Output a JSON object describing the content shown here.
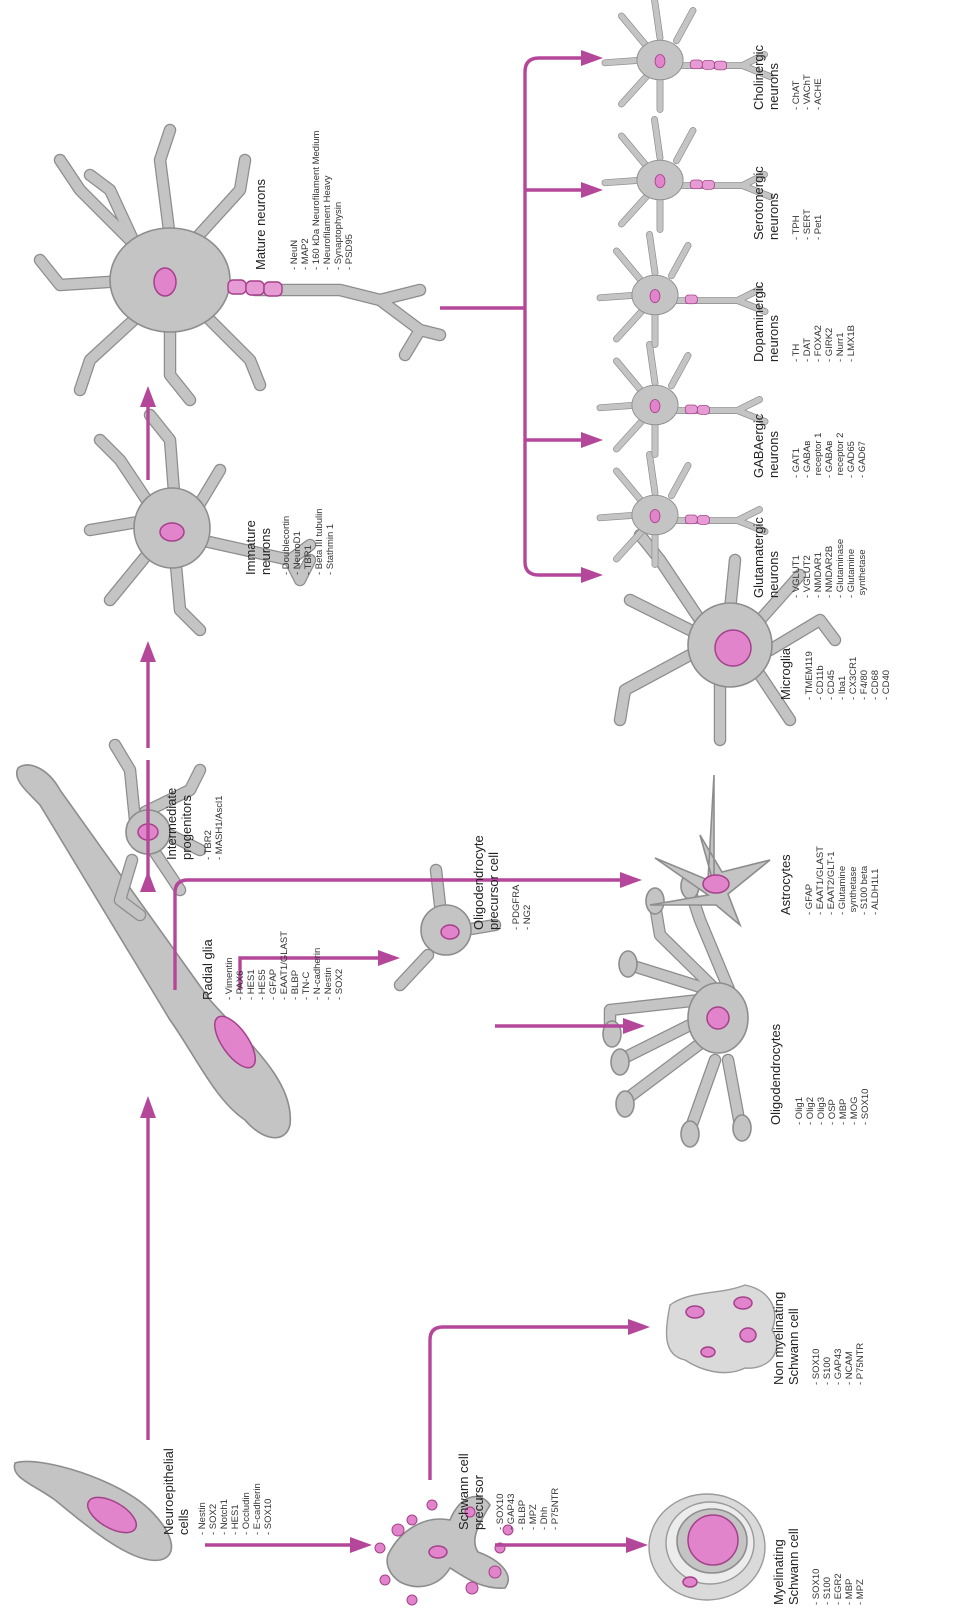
{
  "colors": {
    "arrow": "#b5479a",
    "nucleus": "#e184cc",
    "cell": "#c4c4c4"
  },
  "cells": {
    "neuroepithelial": {
      "title": [
        "Neuroepithelial",
        "cells"
      ],
      "markers": [
        "- Nestin",
        "- SOX2",
        "- Notch1",
        "- HES1",
        "- Occludin",
        "- E-cadherin",
        "- SOX10"
      ]
    },
    "radial_glia": {
      "title": [
        "Radial glia"
      ],
      "markers": [
        "- Vimentin",
        "- PAX6",
        "- HES1",
        "- HES5",
        "- GFAP",
        "- EAAT1/GLAST",
        "- BLBP",
        "- TN-C",
        "- N-cadherin",
        "- Nestin",
        "- SOX2"
      ]
    },
    "intermediate": {
      "title": [
        "Intermediate",
        "progenitors"
      ],
      "markers": [
        "- TBR2",
        "- MASH1/Ascl1"
      ]
    },
    "immature": {
      "title": [
        "Immature",
        "neurons"
      ],
      "markers": [
        "- Doublecortin",
        "- NeuroD1",
        "- TBR1",
        "- Beta III tubulin",
        "- Stathmin 1"
      ]
    },
    "mature": {
      "title": [
        "Mature neurons"
      ],
      "markers": [
        "- NeuN",
        "- MAP2",
        "- 160 kDa Neurofilament Medium",
        "- Neurofilament Heavy",
        "- Synaptophysin",
        "- PSD95"
      ]
    },
    "glutamatergic": {
      "title": [
        "Glutamatergic",
        "neurons"
      ],
      "markers": [
        "- VGLUT1",
        "- VGLUT2",
        "- NMDAR1",
        "- NMDAR2B",
        "- Glutaminase",
        "- Glutamine",
        "  synthetase"
      ]
    },
    "gabaergic": {
      "title": [
        "GABAergic",
        "neurons"
      ],
      "markers": [
        "- GAT1",
        "- GABAʙ",
        "  receptor 1",
        "- GABAʙ",
        "  receptor 2",
        "- GAD65",
        "- GAD67"
      ]
    },
    "dopaminergic": {
      "title": [
        "Dopaminergic",
        "neurons"
      ],
      "markers": [
        "- TH",
        "- DAT",
        "- FOXA2",
        "- GIRK2",
        "- Nurr1",
        "- LMX1B"
      ]
    },
    "serotonergic": {
      "title": [
        "Serotonergic",
        "neurons"
      ],
      "markers": [
        "- TPH",
        "- SERT",
        "- Pet1"
      ]
    },
    "cholinergic": {
      "title": [
        "Cholinergic",
        "neurons"
      ],
      "markers": [
        "- ChAT",
        "- VAChT",
        "- ACHE"
      ]
    },
    "microglia": {
      "title": [
        "Microglia"
      ],
      "markers": [
        "- TMEM119",
        "- CD11b",
        "- CD45",
        "- Iba1",
        "- CX3CR1",
        "- F4/80",
        "- CD68",
        "- CD40"
      ]
    },
    "astrocytes": {
      "title": [
        "Astrocytes"
      ],
      "markers": [
        "- GFAP",
        "- EAAT1/GLAST",
        "- EAAT2/GLT-1",
        "- Glutamine",
        "  synthetase",
        "- S100 beta",
        "- ALDH1L1"
      ]
    },
    "opc": {
      "title": [
        "Oligodendrocyte",
        "precursor cell"
      ],
      "markers": [
        "- PDGFRA",
        "- NG2"
      ]
    },
    "oligodendrocytes": {
      "title": [
        "Oligodendrocytes"
      ],
      "markers": [
        "- Olig1",
        "- Olig2",
        "- Olig3",
        "- OSP",
        "- MBP",
        "- MOG",
        "- SOX10"
      ]
    },
    "schwann_precursor": {
      "title": [
        "Schwann cell",
        "precursor"
      ],
      "markers": [
        "- SOX10",
        "- GAP43",
        "- BLBP",
        "- MPZ",
        "- Dhh",
        "- P75NTR"
      ]
    },
    "myelinating": {
      "title": [
        "Myelinating",
        "Schwann cell"
      ],
      "markers": [
        "- SOX10",
        "- S100",
        "- EGR2",
        "- MBP",
        "- MPZ"
      ]
    },
    "non_myelinating": {
      "title": [
        "Non myelinating",
        "Schwann cell"
      ],
      "markers": [
        "- SOX10",
        "- S100",
        "- GAP43",
        "- NCAM",
        "- P75NTR"
      ]
    }
  }
}
